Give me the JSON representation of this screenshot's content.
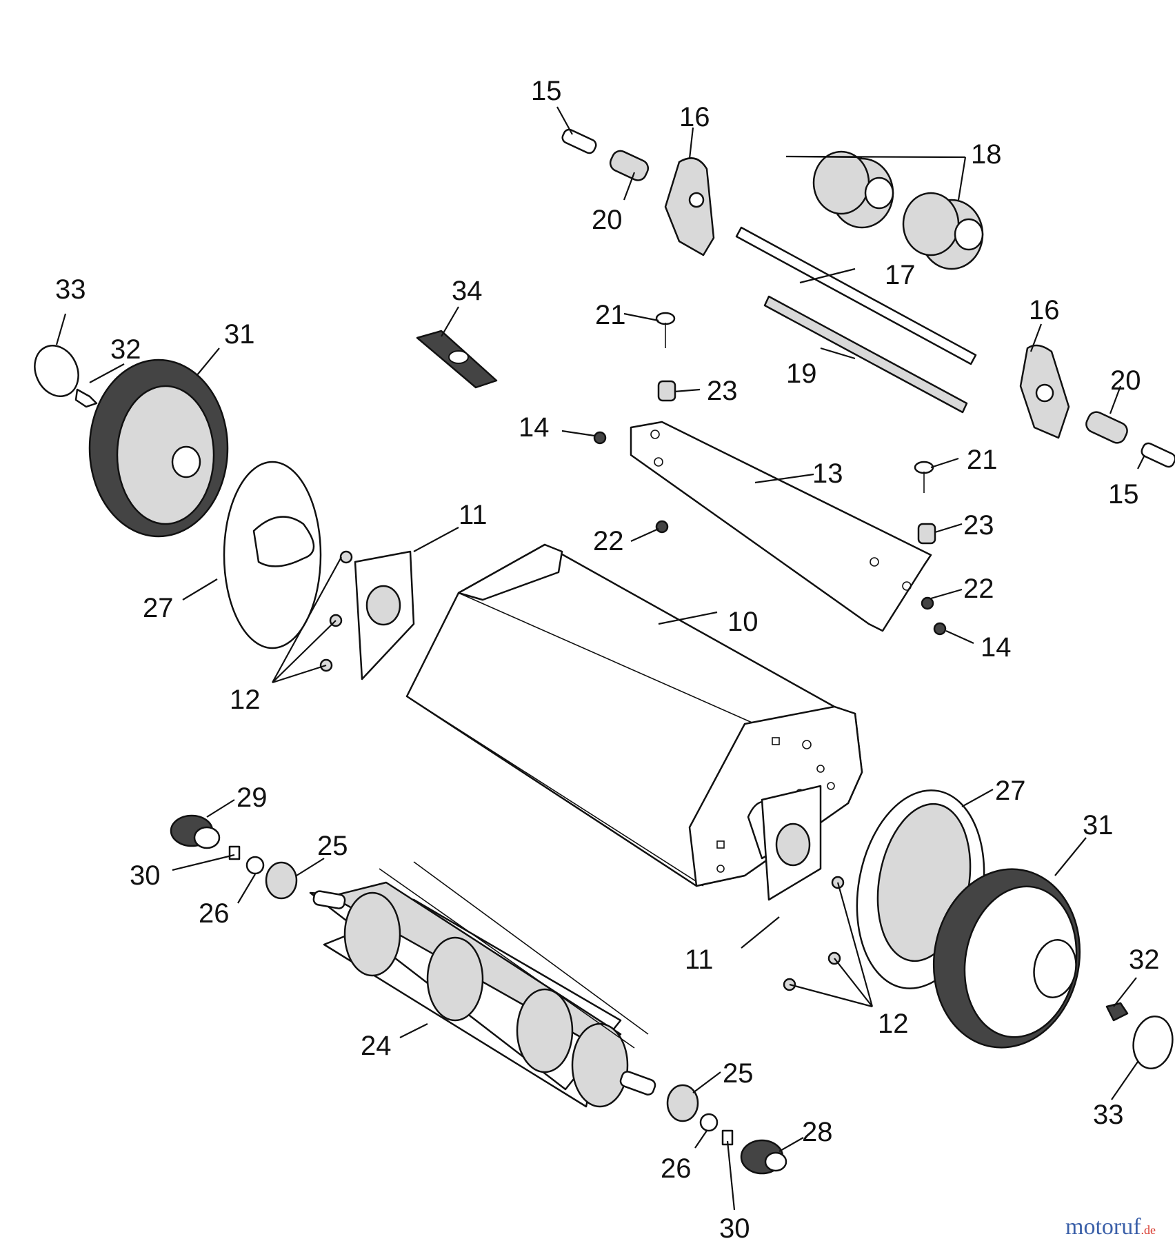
{
  "diagram": {
    "callouts": [
      "10",
      "11",
      "11",
      "12",
      "12",
      "13",
      "14",
      "14",
      "15",
      "15",
      "16",
      "16",
      "17",
      "18",
      "19",
      "20",
      "20",
      "21",
      "21",
      "22",
      "22",
      "23",
      "23",
      "24",
      "25",
      "25",
      "26",
      "26",
      "27",
      "27",
      "28",
      "29",
      "30",
      "30",
      "31",
      "31",
      "32",
      "32",
      "33",
      "33",
      "34"
    ]
  },
  "watermark": {
    "brand": "motoruf",
    "suffix": ".de",
    "colors": {
      "m1": "#3a5fa8",
      "m2": "#d83a2e"
    }
  }
}
